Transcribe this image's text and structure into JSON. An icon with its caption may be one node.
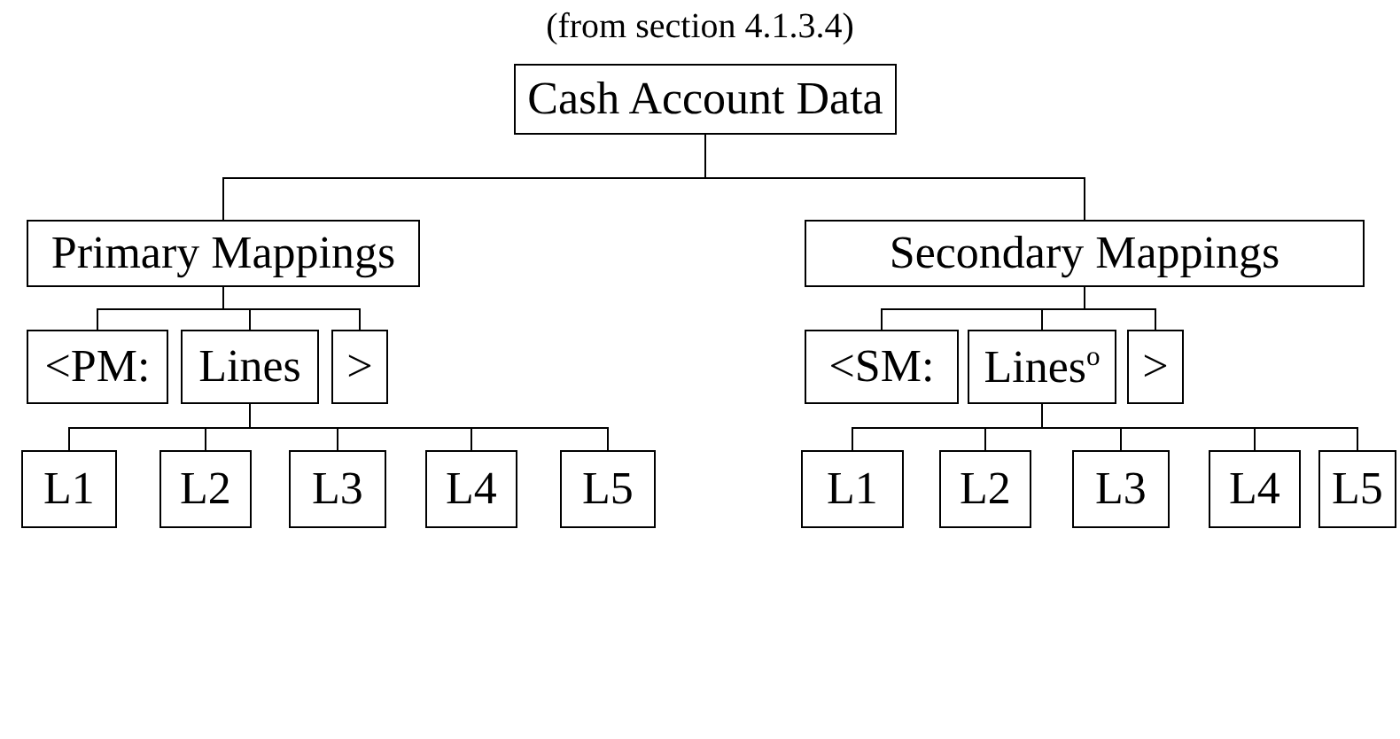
{
  "diagram": {
    "title": "(from section 4.1.3.4)",
    "nodes": [
      {
        "text": [
          "Cash Account Data"
        ]
      },
      {
        "text": [
          "Primary Mappings"
        ]
      },
      {
        "text": [
          "Secondary Mappings"
        ]
      },
      {
        "text": [
          "<PM:"
        ]
      },
      {
        "text": [
          "Lines"
        ]
      },
      {
        "text": [
          ">"
        ]
      },
      {
        "text": [
          "<SM:"
        ]
      },
      {
        "text": [
          "Lines$^{o}$"
        ]
      },
      {
        "text": [
          ">"
        ]
      },
      {
        "text": [
          "L1"
        ]
      },
      {
        "text": [
          "L2"
        ]
      },
      {
        "text": [
          "L3"
        ]
      },
      {
        "text": [
          "L4"
        ]
      },
      {
        "text": [
          "L5"
        ]
      },
      {
        "text": [
          "L1"
        ]
      },
      {
        "text": [
          "L2"
        ]
      },
      {
        "text": [
          "L3"
        ]
      },
      {
        "text": [
          "L4"
        ]
      },
      {
        "text": [
          "L5"
        ]
      }
    ],
    "edges": [
      {
        "from": 0,
        "to": 1,
        "arrow": "none"
      },
      {
        "from": 0,
        "to": 2,
        "arrow": "none"
      },
      {
        "from": 1,
        "to": 3,
        "arrow": "none"
      },
      {
        "from": 1,
        "to": 4,
        "arrow": "none"
      },
      {
        "from": 1,
        "to": 5,
        "arrow": "none"
      },
      {
        "from": 2,
        "to": 6,
        "arrow": "none"
      },
      {
        "from": 2,
        "to": 7,
        "arrow": "none"
      },
      {
        "from": 2,
        "to": 8,
        "arrow": "none"
      },
      {
        "from": 4,
        "to": 9,
        "arrow": "none"
      },
      {
        "from": 4,
        "to": 10,
        "arrow": "none"
      },
      {
        "from": 4,
        "to": 11,
        "arrow": "none"
      },
      {
        "from": 4,
        "to": 12,
        "arrow": "none"
      },
      {
        "from": 4,
        "to": 13,
        "arrow": "none"
      },
      {
        "from": 7,
        "to": 14,
        "arrow": "none"
      },
      {
        "from": 7,
        "to": 15,
        "arrow": "none"
      },
      {
        "from": 7,
        "to": 16,
        "arrow": "none"
      },
      {
        "from": 7,
        "to": 17,
        "arrow": "none"
      },
      {
        "from": 7,
        "to": 18,
        "arrow": "none"
      }
    ]
  }
}
